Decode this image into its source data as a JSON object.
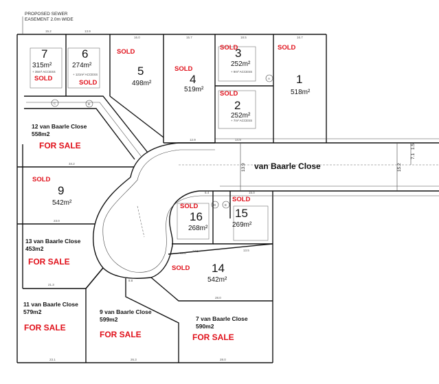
{
  "plan": {
    "road_name": "van Baarle Close",
    "easement_note": [
      "PROPOSED SEWER",
      "EASEMENT 2.0m WIDE"
    ],
    "colors": {
      "sale": "#e0101a",
      "line": "#111111"
    },
    "lots": {
      "1": {
        "number": "1",
        "area": "518m²"
      },
      "2": {
        "number": "2",
        "area": "252m²",
        "status": "SOLD",
        "access": "+ 7m² ACCESS"
      },
      "3": {
        "number": "3",
        "area": "252m²",
        "status": "SOLD",
        "access": "+ 9m² ACCESS"
      },
      "4": {
        "number": "4",
        "area": "519m²",
        "status": "SOLD"
      },
      "5": {
        "number": "5",
        "area": "498m²",
        "status": "SOLD"
      },
      "6": {
        "number": "6",
        "area": "274m²",
        "status": "SOLD",
        "access": "+ 121m² ACCESS"
      },
      "7": {
        "number": "7",
        "area": "315m²",
        "status": "SOLD",
        "access": "+ 35m² ACCESS"
      },
      "9": {
        "number": "9",
        "area": "542m²",
        "status": "SOLD"
      },
      "14": {
        "number": "14",
        "area": "542m²",
        "status": "SOLD"
      },
      "15": {
        "number": "15",
        "area": "269m²",
        "status": "SOLD"
      },
      "16": {
        "number": "16",
        "area": "268m²",
        "status": "SOLD"
      }
    },
    "sale_lots": {
      "12": {
        "address": "12 van Baarle Close",
        "area": "558m2",
        "status": "FOR SALE"
      },
      "13": {
        "address": "13 van Baarle Close",
        "area": "453m2",
        "status": "FOR SALE"
      },
      "11": {
        "address": "11 van Baarle Close",
        "area": "579m2",
        "status": "FOR SALE"
      },
      "9c": {
        "address": "9 van Baarle Close",
        "area": "599m2",
        "status": "FOR SALE"
      },
      "7c": {
        "address": "7 van Baarle Close",
        "area": "590m2",
        "status": "FOR SALE"
      }
    },
    "markers": {
      "a": "A",
      "b": "B",
      "c": "C",
      "d": "D",
      "e": "E"
    },
    "road_dims": {
      "width_total": "15.2",
      "width_east": "7.1",
      "offset": "1.5",
      "width_mid": "13.9"
    },
    "dims": {
      "d1": "15.2",
      "d2": "13.9",
      "d3": "16.0",
      "d4": "15.7",
      "d5": "18.5",
      "d6": "16.7",
      "d7": "34.2",
      "d8": "23.0",
      "d9": "21.3",
      "d10": "23.1",
      "d11": "26.3",
      "d12": "28.0",
      "d13": "28.0",
      "d14": "12.9",
      "d15": "14.9",
      "d16": "6.4",
      "d17": "15.0",
      "d18": "8.8",
      "d19": "10.8",
      "d20": "14.5",
      "d21": "13.5"
    }
  }
}
